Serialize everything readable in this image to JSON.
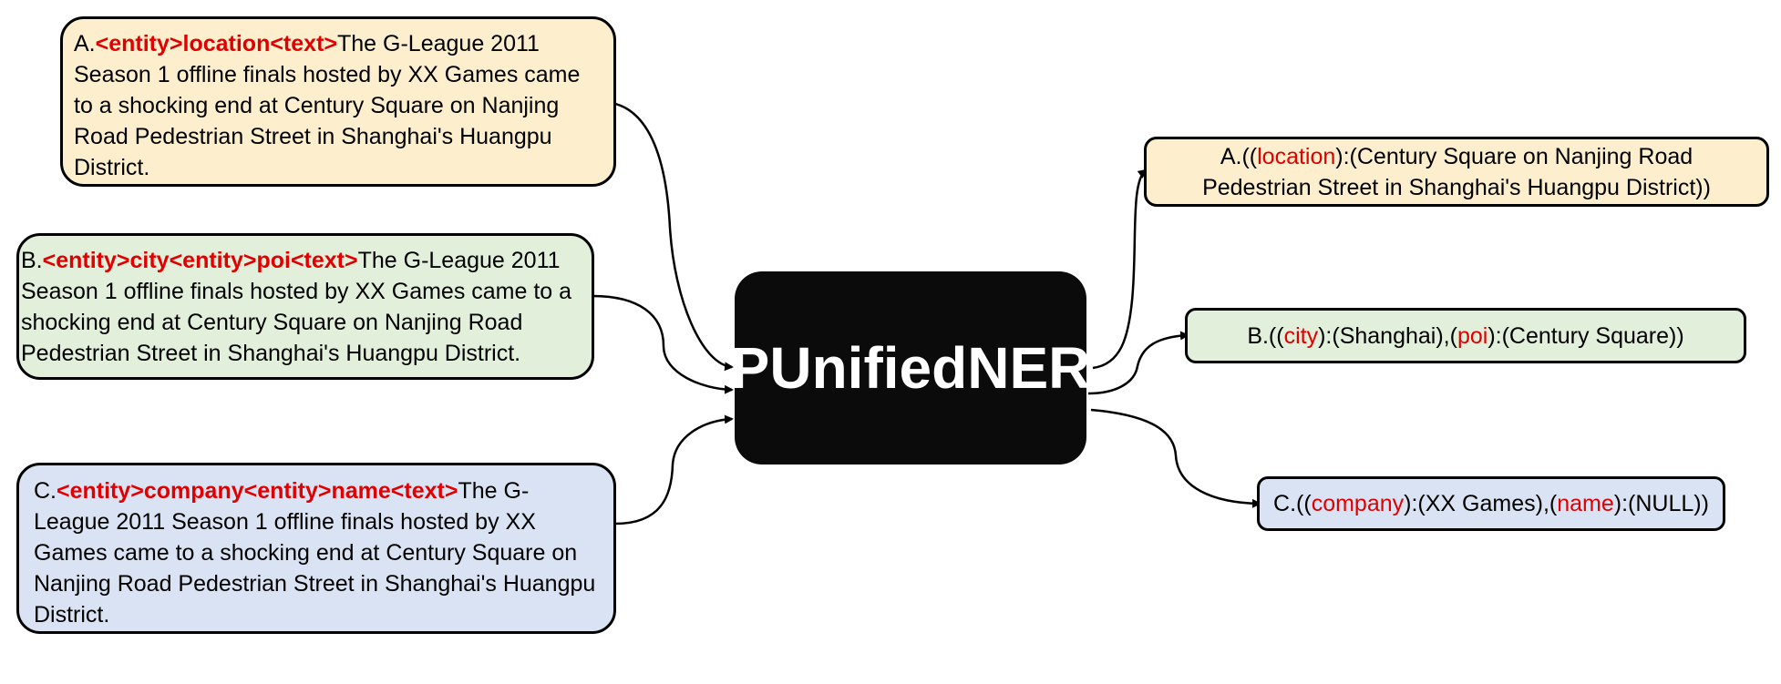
{
  "center": {
    "label": "PUnifiedNER"
  },
  "inputs": [
    {
      "prefix": "A.",
      "tags": "<entity>location<text>",
      "text": "The G-League 2011 Season 1 offline finals hosted by XX Games came to a shocking end at Century Square on Nanjing Road Pedestrian Street in Shanghai's Huangpu District."
    },
    {
      "prefix": "B.",
      "tags": "<entity>city<entity>poi<text>",
      "text": "The G-League 2011 Season 1 offline finals hosted by XX Games came to a shocking end at Century Square on Nanjing Road Pedestrian Street in Shanghai's Huangpu District."
    },
    {
      "prefix": "C.",
      "tags": "<entity>company<entity>name<text>",
      "text": "The G-League 2011 Season 1 offline finals hosted by XX Games came to a shocking end at Century Square on Nanjing Road Pedestrian Street in Shanghai's Huangpu District."
    }
  ],
  "outputs": [
    {
      "prefix": "A.((",
      "pairs": [
        {
          "type": "location",
          "value": "):(Century Square on Nanjing Road Pedestrian Street in Shanghai's Huangpu District))"
        }
      ]
    },
    {
      "prefix": "B.((",
      "pairs": [
        {
          "type": "city",
          "value": "):(Shanghai),("
        },
        {
          "type": "poi",
          "value": "):(Century Square))"
        }
      ]
    },
    {
      "prefix": "C.((",
      "pairs": [
        {
          "type": "company",
          "value": "):(XX Games),("
        },
        {
          "type": "name",
          "value": "):(NULL))"
        }
      ]
    }
  ],
  "colors": {
    "input_a": "#fdefcd",
    "input_b": "#e2efda",
    "input_c": "#dae3f3",
    "highlight": "#e00000",
    "center_bg": "#0b0b0b",
    "border": "#000000"
  }
}
